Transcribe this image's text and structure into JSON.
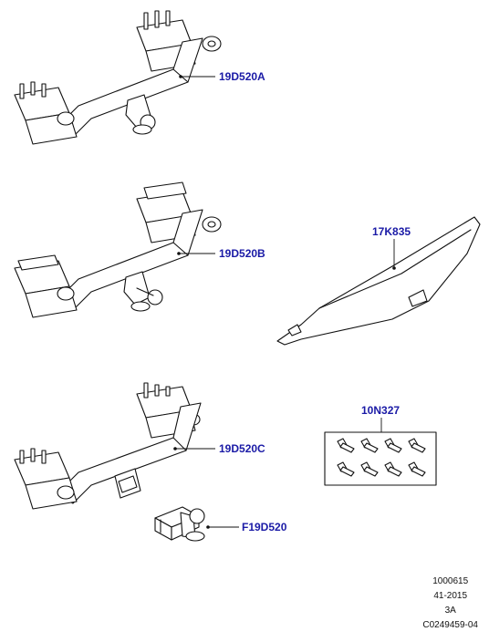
{
  "callouts": {
    "tow_bar_a": "19D520A",
    "tow_bar_b": "19D520B",
    "tow_bar_c": "19D520C",
    "tow_ball": "F19D520",
    "bumper_cover": "17K835",
    "bolt_kit": "10N327"
  },
  "footer": {
    "line1": "1000615",
    "line2": "41-2015",
    "line3": "3A",
    "line4": "C0249459-04"
  },
  "colors": {
    "callout_text": "#1a1aa6",
    "linework": "#111111"
  }
}
